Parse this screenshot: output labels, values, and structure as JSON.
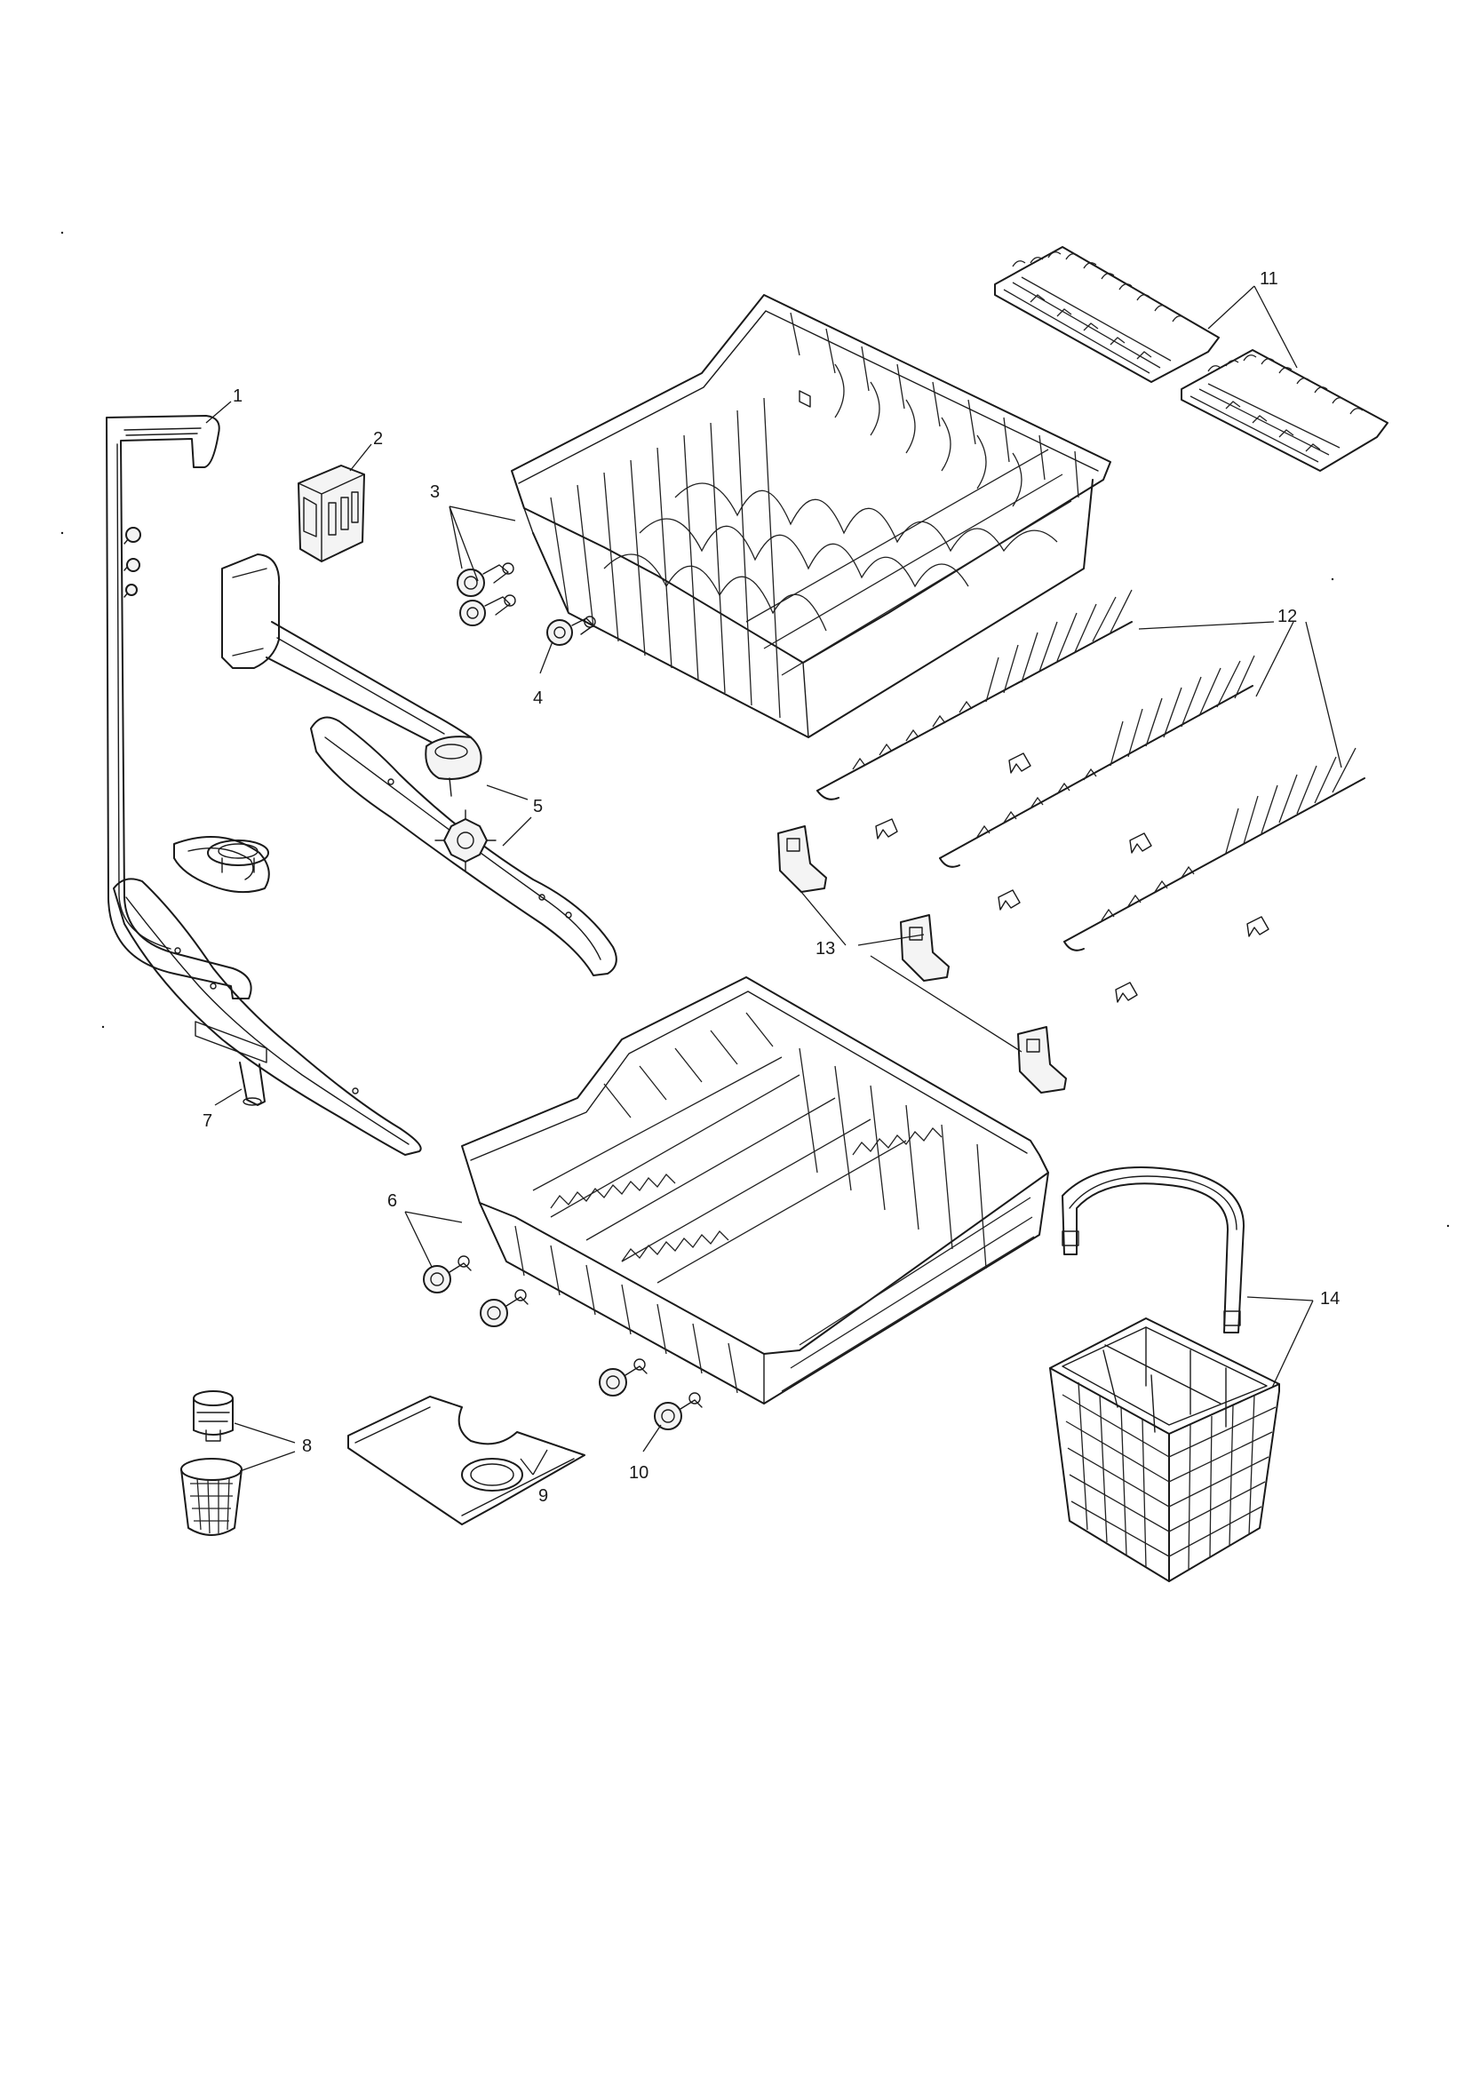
{
  "diagram": {
    "type": "exploded-parts-diagram",
    "callouts": [
      {
        "id": "1",
        "label": "1"
      },
      {
        "id": "2",
        "label": "2"
      },
      {
        "id": "3",
        "label": "3"
      },
      {
        "id": "4",
        "label": "4"
      },
      {
        "id": "5",
        "label": "5"
      },
      {
        "id": "6",
        "label": "6"
      },
      {
        "id": "7",
        "label": "7"
      },
      {
        "id": "8",
        "label": "8"
      },
      {
        "id": "9",
        "label": "9"
      },
      {
        "id": "10",
        "label": "10"
      },
      {
        "id": "11",
        "label": "11"
      },
      {
        "id": "12",
        "label": "12"
      },
      {
        "id": "13",
        "label": "13"
      },
      {
        "id": "14",
        "label": "14"
      }
    ],
    "parts": [
      {
        "callout": "1",
        "icon": "vertical-spray-tube-icon"
      },
      {
        "callout": "2",
        "icon": "nozzle-block-icon"
      },
      {
        "callout": "3",
        "icon": "upper-rack-roller-icon"
      },
      {
        "callout": "4",
        "icon": "roller-icon"
      },
      {
        "callout": "5",
        "icon": "upper-spray-arm-icon"
      },
      {
        "callout": "6",
        "icon": "lower-rack-wheel-icon"
      },
      {
        "callout": "7",
        "icon": "lower-spray-arm-icon"
      },
      {
        "callout": "8",
        "icon": "filter-cylinder-icon"
      },
      {
        "callout": "9",
        "icon": "filter-plate-icon"
      },
      {
        "callout": "10",
        "icon": "wheel-icon"
      },
      {
        "callout": "11",
        "icon": "cup-shelf-icon"
      },
      {
        "callout": "12",
        "icon": "tine-row-icon"
      },
      {
        "callout": "13",
        "icon": "rack-clip-icon"
      },
      {
        "callout": "14",
        "icon": "cutlery-basket-icon"
      }
    ],
    "colors": {
      "ink": "#1a1a1a",
      "paper": "#ffffff"
    }
  }
}
